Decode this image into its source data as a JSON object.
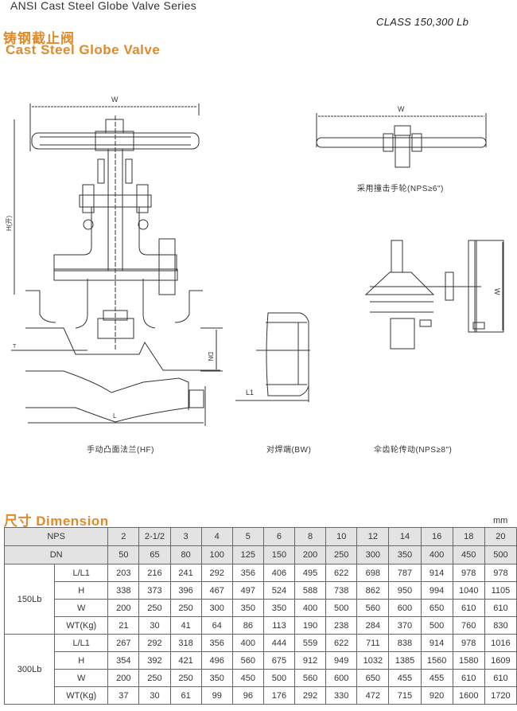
{
  "header": {
    "series": "ANSI Cast Steel Globe Valve Series",
    "class_label": "CLASS 150,300 Lb",
    "title_cn": "铸钢截止阀",
    "title_en": "Cast Steel Globe Valve"
  },
  "drawings": {
    "main_labels": {
      "w": "W",
      "h": "H(开)",
      "dn": "DN",
      "l": "L",
      "t": "T"
    },
    "main_caption": "手动凸面法兰(HF)",
    "bw_label": "L1",
    "bw_caption": "对焊端(BW)",
    "impact_label": "W",
    "impact_caption": "采用撞击手轮(NPS≥6\")",
    "gear_label": "W",
    "gear_caption": "伞齿轮传动(NPS≥8\")"
  },
  "dimension": {
    "title": "尺寸 Dimension",
    "unit": "mm",
    "nps_label": "NPS",
    "dn_label": "DN",
    "nps": [
      "2",
      "2-1/2",
      "3",
      "4",
      "5",
      "6",
      "8",
      "10",
      "12",
      "14",
      "16",
      "18",
      "20"
    ],
    "dn": [
      "50",
      "65",
      "80",
      "100",
      "125",
      "150",
      "200",
      "250",
      "300",
      "350",
      "400",
      "450",
      "500"
    ],
    "groups": [
      {
        "name": "150Lb",
        "rows": [
          {
            "param": "L/L1",
            "values": [
              "203",
              "216",
              "241",
              "292",
              "356",
              "406",
              "495",
              "622",
              "698",
              "787",
              "914",
              "978",
              "978"
            ]
          },
          {
            "param": "H",
            "values": [
              "338",
              "373",
              "396",
              "467",
              "497",
              "524",
              "588",
              "738",
              "862",
              "950",
              "994",
              "1040",
              "1105"
            ]
          },
          {
            "param": "W",
            "values": [
              "200",
              "250",
              "250",
              "300",
              "350",
              "350",
              "400",
              "500",
              "560",
              "600",
              "650",
              "610",
              "610"
            ]
          },
          {
            "param": "WT(Kg)",
            "values": [
              "21",
              "30",
              "41",
              "64",
              "86",
              "113",
              "190",
              "238",
              "284",
              "370",
              "500",
              "760",
              "830"
            ]
          }
        ]
      },
      {
        "name": "300Lb",
        "rows": [
          {
            "param": "L/L1",
            "values": [
              "267",
              "292",
              "318",
              "356",
              "400",
              "444",
              "559",
              "622",
              "711",
              "838",
              "914",
              "978",
              "1016"
            ]
          },
          {
            "param": "H",
            "values": [
              "354",
              "392",
              "421",
              "496",
              "560",
              "675",
              "912",
              "949",
              "1032",
              "1385",
              "1560",
              "1580",
              "1609"
            ]
          },
          {
            "param": "W",
            "values": [
              "200",
              "250",
              "250",
              "350",
              "450",
              "500",
              "560",
              "600",
              "650",
              "455",
              "455",
              "610",
              "610"
            ]
          },
          {
            "param": "WT(Kg)",
            "values": [
              "37",
              "30",
              "61",
              "99",
              "96",
              "176",
              "292",
              "330",
              "472",
              "715",
              "920",
              "1600",
              "1720"
            ]
          }
        ]
      }
    ]
  }
}
